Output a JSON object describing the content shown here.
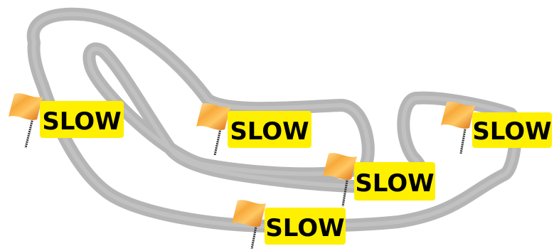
{
  "scene": {
    "background": "#ffffff",
    "track_color": "#b5b5b5",
    "track_edge_color": "#cfcfcf",
    "sign_color": "#ffef00",
    "flag_color_light": "#ffd27a",
    "flag_color_dark": "#e07a10",
    "pole_color": "#333333"
  },
  "signs": [
    {
      "label": "SLOW",
      "icon": "warning-flag-icon"
    },
    {
      "label": "SLOW",
      "icon": "warning-flag-icon"
    },
    {
      "label": "SLOW",
      "icon": "warning-flag-icon"
    },
    {
      "label": "SLOW",
      "icon": "warning-flag-icon"
    },
    {
      "label": "SLOW",
      "icon": "warning-flag-icon"
    }
  ]
}
